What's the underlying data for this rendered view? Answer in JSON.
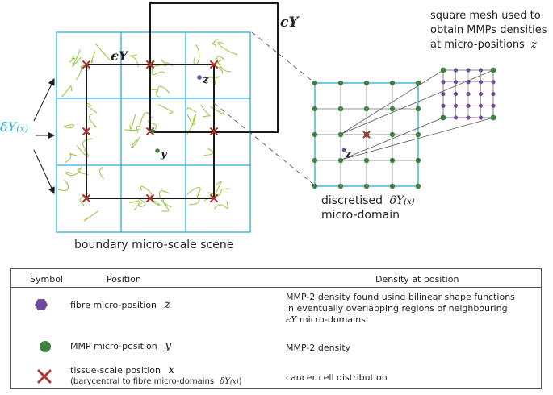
{
  "labels": {
    "boundary_scene": "boundary micro-scale scene",
    "eps_y_top": "ϵY",
    "eps_y_inner": "ϵY",
    "delta_y_x": "δY",
    "delta_y_x_sub": "(x)",
    "z_left": "z",
    "y_left": "y",
    "z_mid": "z",
    "discretised_line1": "discretised",
    "discretised_delta": "δY",
    "discretised_sub": "(x)",
    "discretised_line2": "micro-domain",
    "mesh_line1": "square mesh used to",
    "mesh_line2": "obtain MMPs densities",
    "mesh_line3": "at micro-positions",
    "mesh_z": "z"
  },
  "legend": {
    "headers": {
      "symbol": "Symbol",
      "position": "Position",
      "density": "Density at position"
    },
    "rows": [
      {
        "position": "fibre micro-position",
        "math": "z",
        "density": [
          "MMP-2 density found using bilinear shape functions",
          "in eventually overlapping regions of neighbouring"
        ],
        "density_math": "ϵY",
        "density_tail": " micro-domains",
        "symbol": "hexagon-icon"
      },
      {
        "position": "MMP micro-position",
        "math": "y",
        "density_single": "MMP-2 density",
        "symbol": "circle-icon"
      },
      {
        "position": "tissue-scale position",
        "math": "x",
        "position_sub": "(barycentral to fibre micro-domains",
        "position_sub_math": "δY",
        "position_sub_math_sub": "(x)",
        "position_sub_close": ")",
        "density_single": "cancer cell distribution",
        "symbol": "cross-icon"
      }
    ]
  },
  "colors": {
    "grid": "#29aee0",
    "fibre": "#9cc74a",
    "node_green": "#3f7f3f",
    "cross": "#b5322f",
    "hexagon": "#6f4b9c",
    "outline": "#1a1a1a",
    "mesh_lines": "#888888"
  }
}
